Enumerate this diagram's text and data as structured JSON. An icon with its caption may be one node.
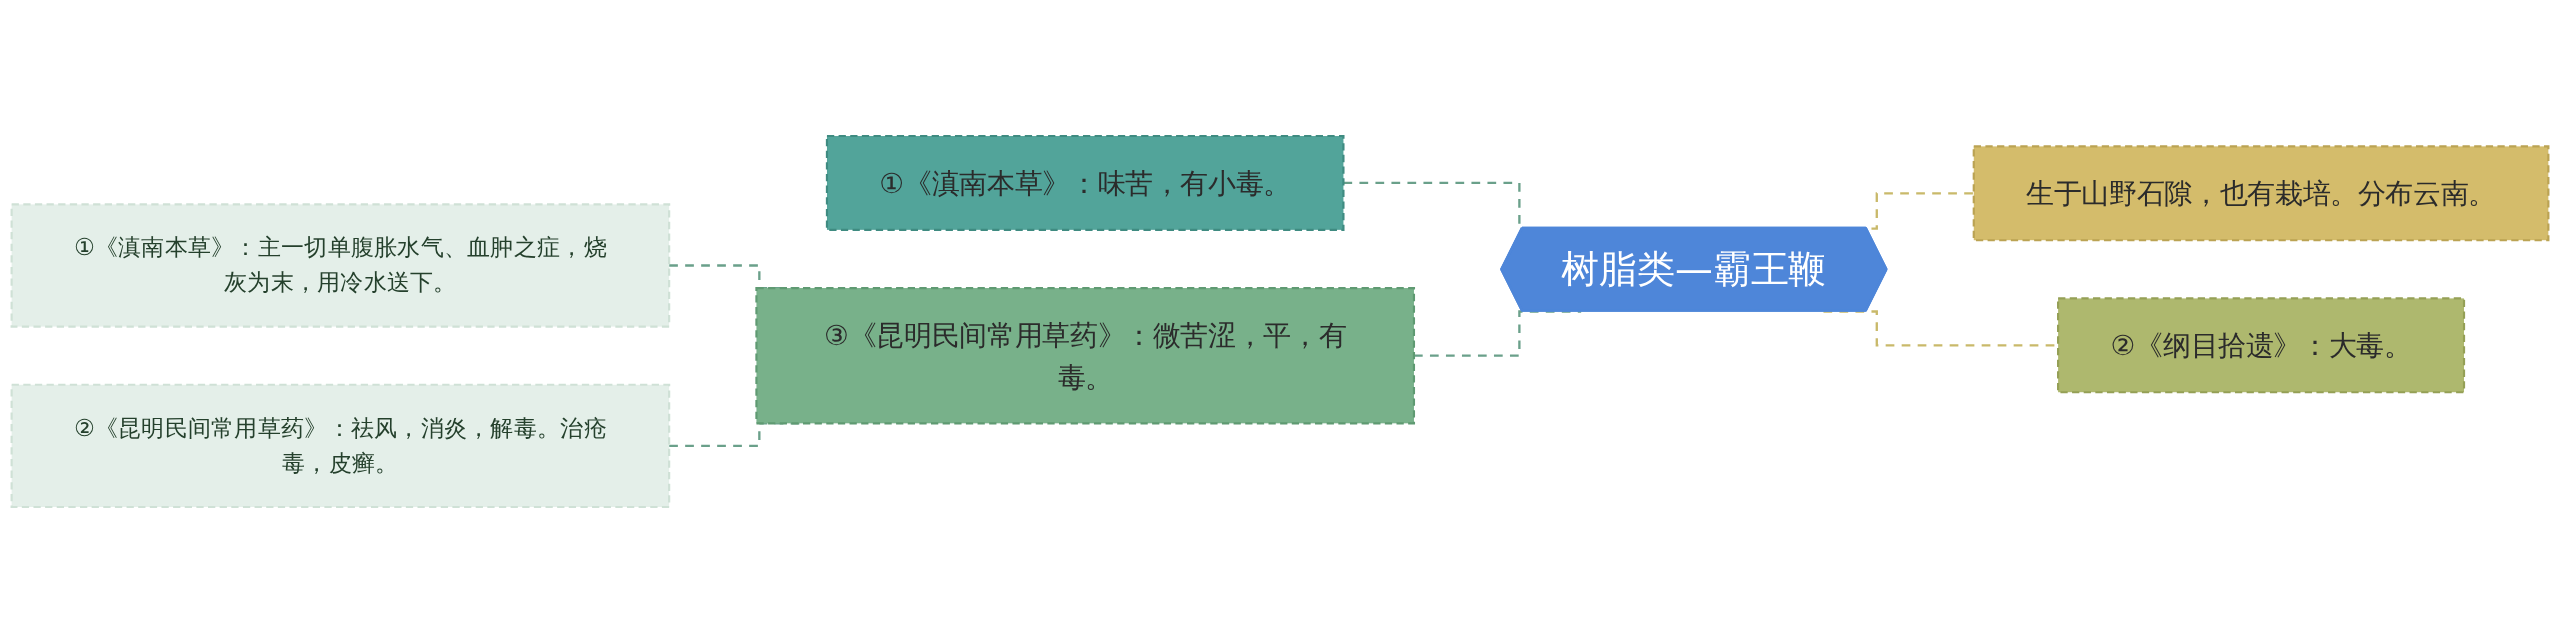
{
  "diagram": {
    "nodes": [
      {
        "text": [
          "树脂类—霸王鞭"
        ]
      },
      {
        "text": [
          "①《滇南本草》：味苦，有小毒。"
        ]
      },
      {
        "text": [
          "③《昆明民间常用草药》：微苦涩，平，有毒。"
        ]
      },
      {
        "text": [
          "①《滇南本草》：主一切单腹胀水气、血肿之症，烧灰为末，用冷水送下。"
        ]
      },
      {
        "text": [
          "②《昆明民间常用草药》：祛风，消炎，解毒。治疮毒，皮癣。"
        ]
      },
      {
        "text": [
          "生于山野石隙，也有栽培。分布云南。"
        ]
      },
      {
        "text": [
          "②《纲目拾遗》：大毒。"
        ]
      }
    ],
    "edges": [
      {
        "from": 1,
        "to": 0,
        "arrow": "none",
        "style": "dashed"
      },
      {
        "from": 2,
        "to": 0,
        "arrow": "none",
        "style": "dashed"
      },
      {
        "from": 3,
        "to": 2,
        "arrow": "none",
        "style": "dashed"
      },
      {
        "from": 4,
        "to": 2,
        "arrow": "none",
        "style": "dashed"
      },
      {
        "from": 0,
        "to": 5,
        "arrow": "none",
        "style": "dashed",
        "color": "#c9b96a"
      },
      {
        "from": 0,
        "to": 6,
        "arrow": "none",
        "style": "dashed",
        "color": "#c9b96a"
      }
    ]
  }
}
